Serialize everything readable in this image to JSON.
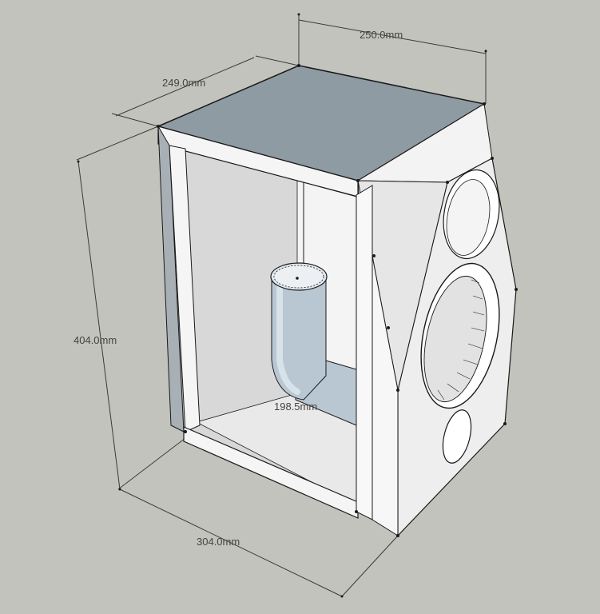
{
  "app": {
    "background_color": "#c3c3bd"
  },
  "model": {
    "description_icon": "speaker-enclosure-model",
    "colors": {
      "edge": "#1a1a1a",
      "top_face": "#8f9ba3",
      "panel_face": "#f2f2f2",
      "inner_face": "#e0e0e0",
      "shadow_side": "#a8b0b6",
      "port_tube": "#b9c7d2"
    }
  },
  "dimensions": {
    "width_top": "250.0mm",
    "depth_top": "249.0mm",
    "height": "404.0mm",
    "depth_bottom": "304.0mm",
    "port_length": "198.5mm"
  }
}
